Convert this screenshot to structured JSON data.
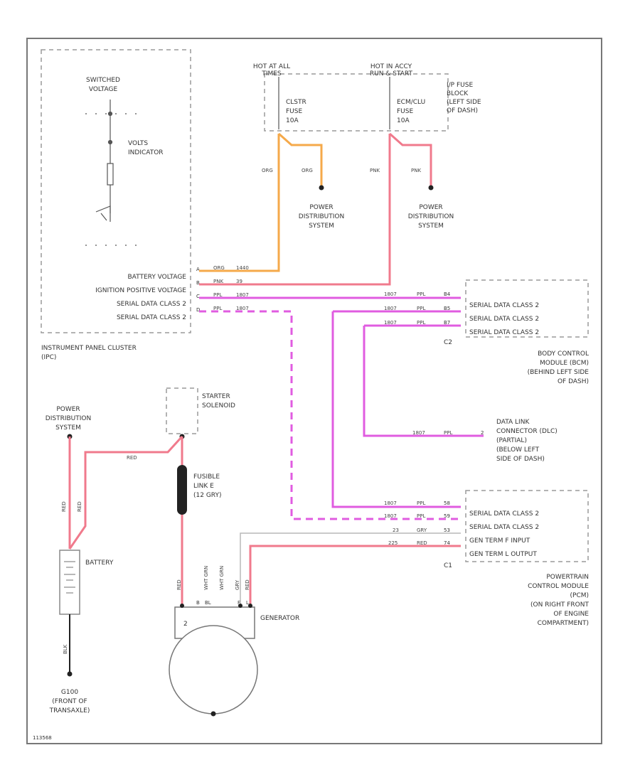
{
  "colors": {
    "orange": "#f5a94a",
    "pink": "#f07a8c",
    "magenta": "#e05ce0",
    "gray": "#b9b9b9",
    "black": "#222222",
    "dash": "#8a8a8a"
  },
  "ipc": {
    "switched_voltage": [
      "SWITCHED",
      "VOLTAGE"
    ],
    "volts_indicator": [
      "VOLTS",
      "INDICATOR"
    ],
    "battery_voltage": "BATTERY VOLTAGE",
    "ignition_positive_voltage": "IGNITION POSITIVE VOLTAGE",
    "serial_data_1": "SERIAL DATA CLASS 2",
    "serial_data_2": "SERIAL DATA CLASS 2",
    "pin_a": "A",
    "pin_b": "B",
    "pin_c": "C",
    "pin_d": "D",
    "title": [
      "INSTRUMENT PANEL CLUSTER",
      "(IPC)"
    ]
  },
  "fuse_block": {
    "hot_at_all": [
      "HOT AT ALL",
      "TIMES"
    ],
    "hot_run": [
      "HOT IN ACCY",
      "RUN & START"
    ],
    "cluster_fuse": [
      "CLSTR",
      "FUSE",
      "10A"
    ],
    "ecmbcm_fuse": [
      "ECM/CLU",
      "FUSE",
      "10A"
    ],
    "label": [
      "I/P FUSE",
      "BLOCK",
      "(LEFT SIDE",
      "OF DASH)"
    ]
  },
  "pds_left": {
    "wire1": "ORG",
    "wire2": "ORG",
    "label": [
      "POWER",
      "DISTRIBUTION",
      "SYSTEM"
    ]
  },
  "pds_right": {
    "wire1": "PNK",
    "wire2": "PNK",
    "label": [
      "POWER",
      "DISTRIBUTION",
      "SYSTEM"
    ]
  },
  "ipc_wires": {
    "battery": [
      "ORG",
      "1440"
    ],
    "ignition": [
      "PNK",
      "39"
    ],
    "serial1": [
      "PPL",
      "1807"
    ],
    "serial2": [
      "PPL",
      "1807"
    ]
  },
  "bcm": {
    "rows": [
      {
        "circuit": "1807",
        "color": "PPL",
        "pin": "B4",
        "label": "SERIAL DATA CLASS 2"
      },
      {
        "circuit": "1807",
        "color": "PPL",
        "pin": "B5",
        "label": "SERIAL DATA CLASS 2"
      },
      {
        "circuit": "1807",
        "color": "PPL",
        "pin": "B7",
        "label": "SERIAL DATA CLASS 2"
      }
    ],
    "connector": "C2",
    "title": [
      "BODY CONTROL",
      "MODULE (BCM)",
      "(BEHIND LEFT SIDE",
      "OF DASH)"
    ]
  },
  "dlc": {
    "circuit": "1807",
    "color": "PPL",
    "pin": "2",
    "title": [
      "DATA LINK",
      "CONNECTOR (DLC)",
      "(PARTIAL)",
      "(BELOW LEFT",
      "SIDE OF DASH)"
    ]
  },
  "pcm": {
    "rows": [
      {
        "circuit": "1807",
        "color": "PPL",
        "pin": "58",
        "label": "SERIAL DATA CLASS 2"
      },
      {
        "circuit": "1807",
        "color": "PPL",
        "pin": "59",
        "label": "SERIAL DATA CLASS 2"
      },
      {
        "circuit": "23",
        "color": "GRY",
        "pin": "53",
        "label": "GEN TERM F INPUT"
      },
      {
        "circuit": "225",
        "color": "RED",
        "pin": "74",
        "label": "GEN TERM L OUTPUT"
      }
    ],
    "connector": "C1",
    "title": [
      "POWERTRAIN",
      "CONTROL MODULE",
      "(PCM)",
      "(ON RIGHT FRONT",
      "OF ENGINE",
      "COMPARTMENT)"
    ]
  },
  "starter": {
    "label": [
      "STARTER",
      "SOLENOID"
    ],
    "wire": "RED"
  },
  "pds_bottom": {
    "label": [
      "POWER",
      "DISTRIBUTION",
      "SYSTEM"
    ],
    "wire1": "RED",
    "wire2": "RED"
  },
  "fusible_link": {
    "label": [
      "FUSIBLE",
      "LINK E",
      "(12 GRY)"
    ]
  },
  "battery": {
    "label": "BATTERY",
    "wire": "BLK"
  },
  "ground": {
    "label": [
      "G100",
      "(FRONT OF",
      "TRANSAXLE)"
    ]
  },
  "generator": {
    "label": "GENERATOR",
    "terminals": [
      "B",
      "BL",
      "F",
      "L"
    ],
    "wires": [
      "RED",
      "WHT GRN",
      "WHT GRN",
      "GRY",
      "RED"
    ],
    "stud": "2"
  },
  "footer": "113568"
}
